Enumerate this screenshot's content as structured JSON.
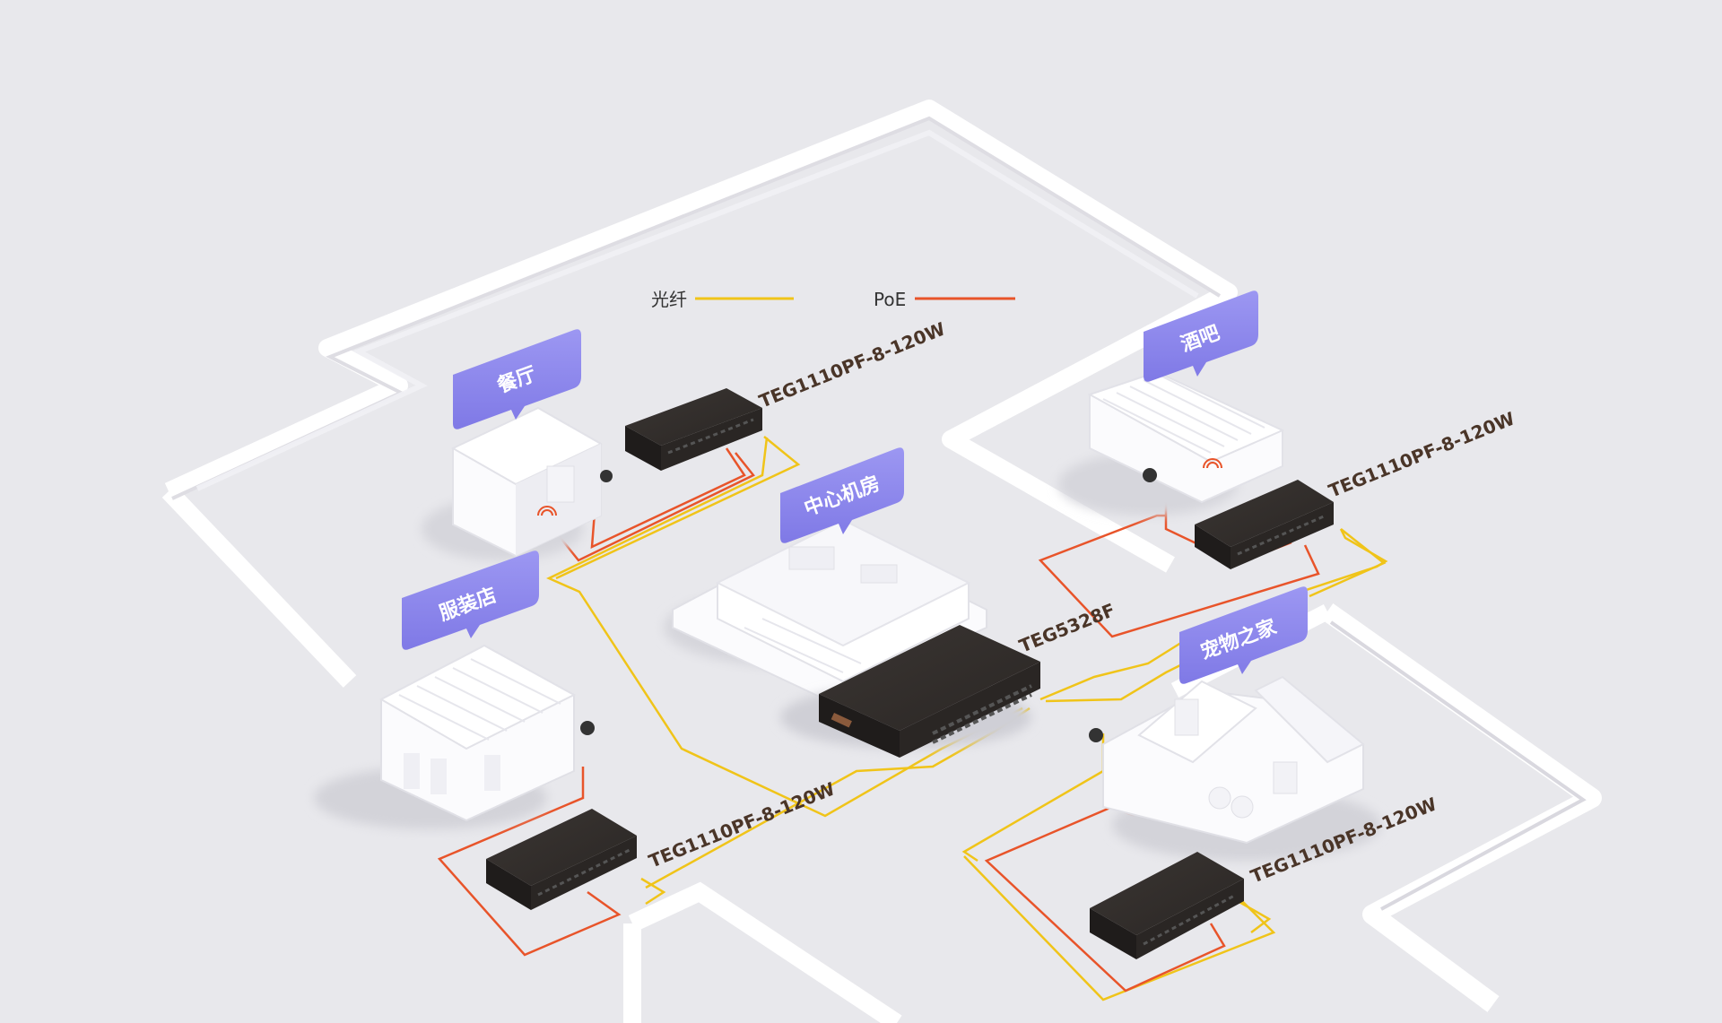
{
  "legend": {
    "fiber_label": "光纤",
    "fiber_color": "#f0c419",
    "poe_label": "PoE",
    "poe_color": "#e8542a"
  },
  "locations": {
    "restaurant": "餐厅",
    "bar": "酒吧",
    "datacenter": "中心机房",
    "clothing_store": "服装店",
    "pet_home": "宠物之家"
  },
  "devices": {
    "core_switch": "TEG5328F",
    "restaurant_switch": "TEG1110PF-8-120W",
    "bar_switch": "TEG1110PF-8-120W",
    "clothing_switch": "TEG1110PF-8-120W",
    "pet_switch": "TEG1110PF-8-120W"
  },
  "colors": {
    "bubble": "#8b86ec",
    "switch_body": "#2e2a28",
    "switch_top": "#3a3532",
    "building": "#fbfbfd",
    "wall": "#f6f6f9"
  }
}
